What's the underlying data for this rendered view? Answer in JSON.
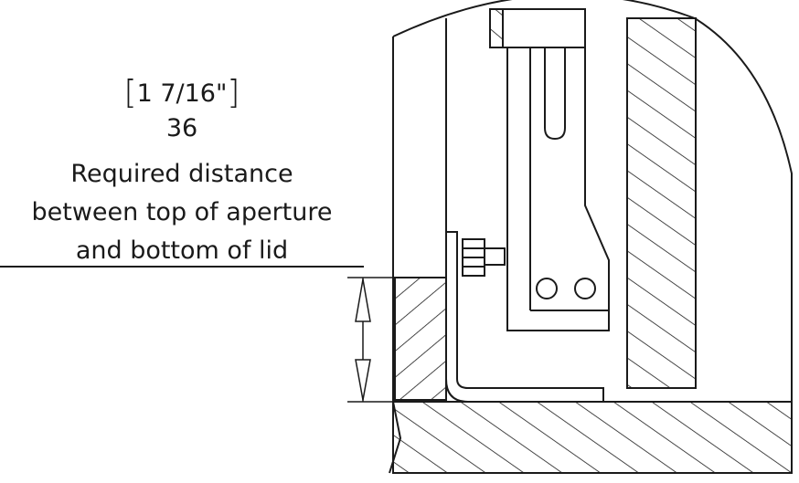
{
  "dimension": {
    "imperial": "1 7/16\"",
    "metric": "36",
    "description": [
      "Required distance",
      "between top of aperture",
      "and bottom of lid"
    ]
  },
  "colors": {
    "line": "#1a1a1a",
    "background": "#ffffff"
  }
}
